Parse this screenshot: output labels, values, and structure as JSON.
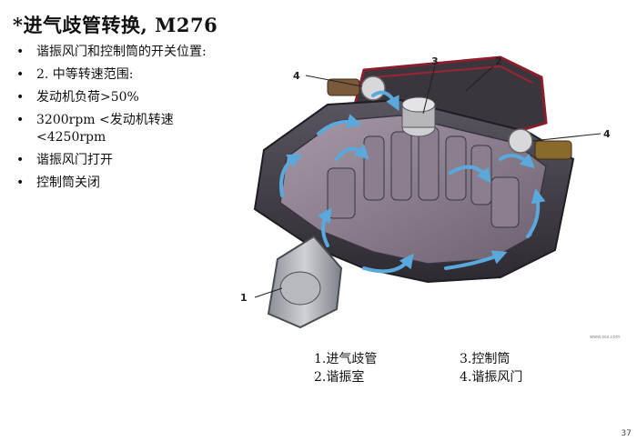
{
  "title": "*进气歧管转换, M276",
  "bullets": [
    "谐振风门和控制筒的开关位置:",
    "2.  中等转速范围:",
    "发动机负荷>50%",
    "3200rpm <发动机转速<4250rpm",
    "谐振风门打开",
    "控制筒关闭"
  ],
  "bullet_glyph": "•",
  "figure": {
    "callouts": {
      "c1": "1",
      "c2": "2",
      "c3": "3",
      "c4_left": "4",
      "c4_right": "4"
    },
    "flow_arrow_color": "#5aa9dd",
    "manifold_color": "#7a6a7a"
  },
  "legend": {
    "item1": "1.进气歧管",
    "item2": "2.谐振室",
    "item3": "3.控制筒",
    "item4": "4.谐振风门"
  },
  "watermark": "www.sss.com",
  "page_number": "37"
}
